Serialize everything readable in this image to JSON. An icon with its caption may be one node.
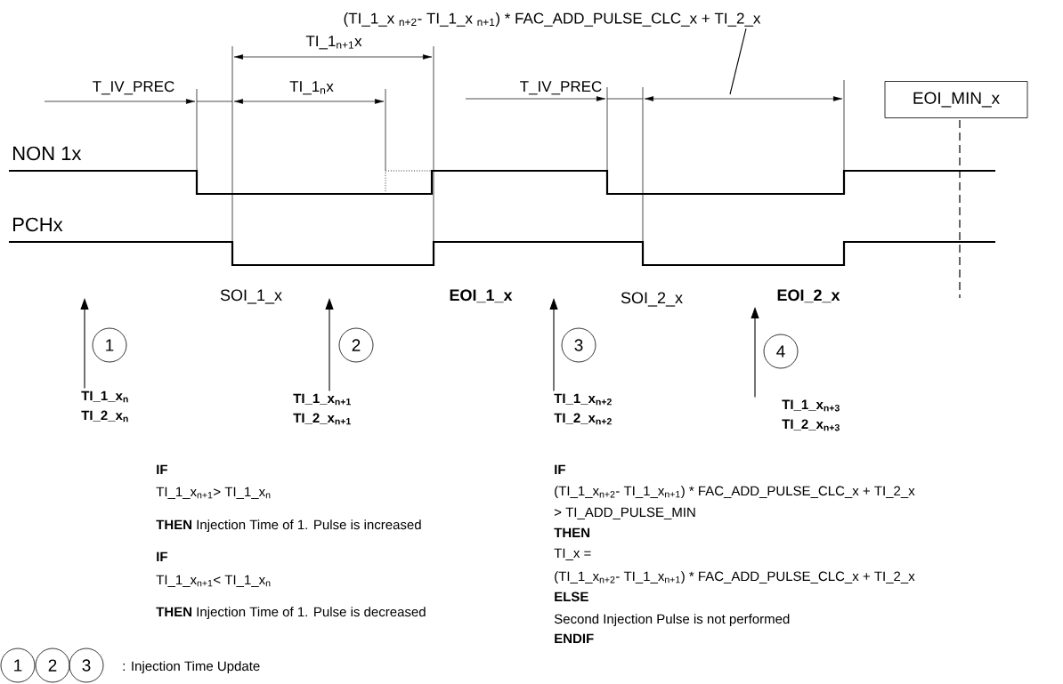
{
  "diagram": {
    "nodes": [
      {
        "text": [
          "(TI_1_x $_{n+2}$- TI_1_x $_{n+1}$) * FAC_ADD_PULSE_CLC_x + TI_2_x"
        ]
      },
      {
        "text": [
          "EOI_MIN_x"
        ]
      },
      {
        "text": [
          "1"
        ]
      },
      {
        "text": [
          "2"
        ]
      },
      {
        "text": [
          "3"
        ]
      },
      {
        "text": [
          "4"
        ]
      },
      {
        "text": [
          "TI_1_x$_{n}$",
          "TI_2_x$_{n}$"
        ]
      },
      {
        "text": [
          "TI_1_x$_{n+1}$",
          "TI_2_x$_{n+1}$"
        ]
      },
      {
        "text": [
          "TI_1_x$_{n+2}$",
          "TI_2_x$_{n+2}$"
        ]
      },
      {
        "text": [
          "TI_1_x$_{n+3}$",
          "TI_2_x$_{n+3}$"
        ]
      },
      {
        "text": [
          "1"
        ]
      },
      {
        "text": [
          "2"
        ]
      },
      {
        "text": [
          "3"
        ]
      }
    ],
    "edges": [
      {
        "from": 0,
        "to": null,
        "arrow": "none"
      },
      {
        "from": 6,
        "to": null,
        "arrow": "to"
      },
      {
        "from": 7,
        "to": null,
        "arrow": "to"
      },
      {
        "from": 8,
        "to": null,
        "arrow": "to"
      },
      {
        "from": 9,
        "to": null,
        "arrow": "to"
      }
    ],
    "labels": [
      "TI_1$_{n+1}$x",
      "T_IV_PREC",
      "TI_1$_{n}$x",
      "T_IV_PREC",
      "NON 1x",
      "PCHx",
      "SOI_1_x",
      "EOI_1_x",
      "SOI_2_x",
      "EOI_2_x",
      "IF",
      "TI_1_x$_{n+1}$> TI_1_x$_{n}$",
      "**THEN** Injection Time of 1. Pulse is increased",
      "IF",
      "TI_1_x$_{n+1}$< TI_1_x$_{n}$",
      "**THEN** Injection Time of 1. Pulse is decreased",
      "IF",
      "(TI_1_x$_{n+2}$- TI_1_x$_{n+1}$) * FAC_ADD_PULSE_CLC_x + TI_2_x",
      "> TI_ADD_PULSE_MIN",
      "THEN",
      "TI_x =",
      "(TI_1_x$_{n+2}$- TI_1_x$_{n+1}$) * FAC_ADD_PULSE_CLC_x + TI_2_x",
      "ELSE",
      "Second Injection Pulse is not performed",
      "ENDIF",
      ": Injection Time Update"
    ]
  }
}
